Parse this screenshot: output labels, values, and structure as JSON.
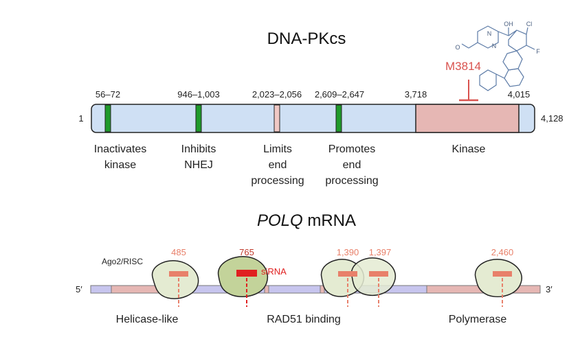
{
  "dnapkcs": {
    "title": "DNA-PKcs",
    "start": "1",
    "end": "4,128",
    "positions": [
      "56–72",
      "946–1,003",
      "2,023–2,056",
      "2,609–2,647",
      "3,718",
      "4,015"
    ],
    "domain_labels": [
      {
        "line1": "Inactivates",
        "line2": "kinase",
        "line3": ""
      },
      {
        "line1": "Inhibits",
        "line2": "NHEJ",
        "line3": ""
      },
      {
        "line1": "Limits",
        "line2": "end",
        "line3": "processing"
      },
      {
        "line1": "Promotes",
        "line2": "end",
        "line3": "processing"
      },
      {
        "line1": "Kinase",
        "line2": "",
        "line3": ""
      }
    ],
    "inhibitor": "M3814",
    "molecule_labels": {
      "oh": "OH",
      "cl": "Cl",
      "f": "F",
      "n1": "N",
      "n2": "N",
      "o": "O"
    },
    "colors": {
      "bar": "#cfe0f4",
      "site": "#1f9a2a",
      "limit": "#f0c8c4",
      "kinase": "#e6b7b4",
      "inhibitor": "#d9534f"
    }
  },
  "polq": {
    "title_italic": "POLQ",
    "title_rest": " mRNA",
    "five_prime": "5′",
    "three_prime": "3′",
    "complex_label": "Ago2/RISC",
    "sirna_label": "siRNA",
    "sites": [
      "485",
      "765",
      "1,390",
      "1,397",
      "2,460"
    ],
    "region_labels": [
      "Helicase-like",
      "RAD51 binding",
      "Polymerase"
    ],
    "colors": {
      "helicase": "#e6b7b4",
      "central": "#c7c5ee",
      "complex": "#e4ebd2",
      "complex_active": "#c3d39a",
      "site": "#e8806a",
      "site_active": "#e02020"
    }
  }
}
